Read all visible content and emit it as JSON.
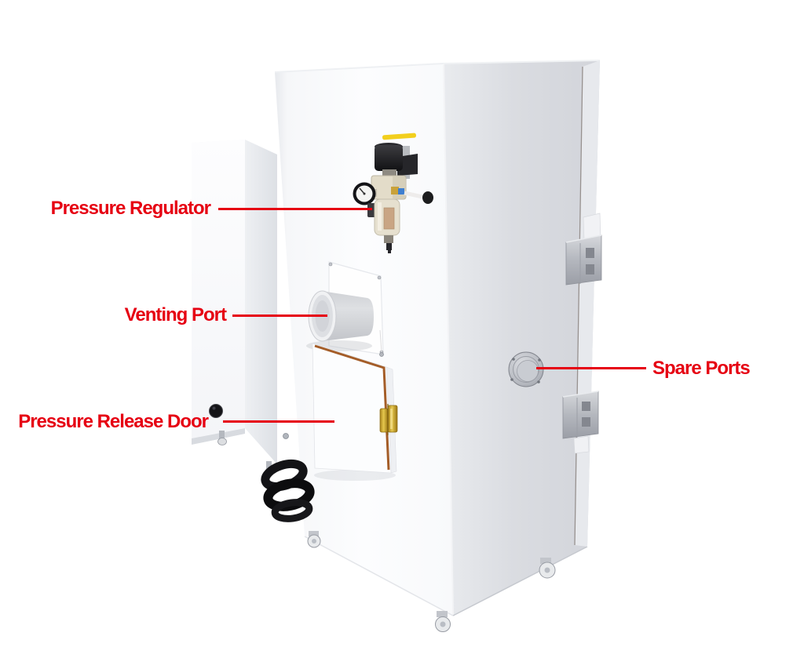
{
  "figure": {
    "kind": "annotated-product-photo",
    "subject": "white industrial pressure/vacuum chamber with side column, shown in three-quarter view on caster wheels"
  },
  "annotations": [
    {
      "id": "pressure-regulator",
      "label": "Pressure Regulator"
    },
    {
      "id": "venting-port",
      "label": "Venting Port"
    },
    {
      "id": "pressure-release-door",
      "label": "Pressure Release Door"
    },
    {
      "id": "spare-ports",
      "label": "Spare Ports"
    }
  ],
  "parts": [
    "chamber-body",
    "chamber-right-door",
    "auxiliary-column",
    "pressure-regulator-assembly",
    "pressure-gauge",
    "filter-bowl",
    "warning-sticker",
    "venting-port-cylinder",
    "vent-mount-panel",
    "pressure-release-door-panel",
    "copper-gasket",
    "brass-hinge",
    "spare-port-cap",
    "door-hinge-top",
    "door-hinge-bottom",
    "cable-port",
    "vacuum-hose",
    "caster-wheel"
  ],
  "colors": {
    "accent_red": "#e60012",
    "body_white": "#fbfcfe",
    "side_gray": "#d9dbe0",
    "sticker_yellow": "#f2cf1d",
    "copper_gasket": "#a8581f",
    "brass_hinge": "#c2991f",
    "hose_black": "#131316",
    "background": "#ffffff"
  }
}
